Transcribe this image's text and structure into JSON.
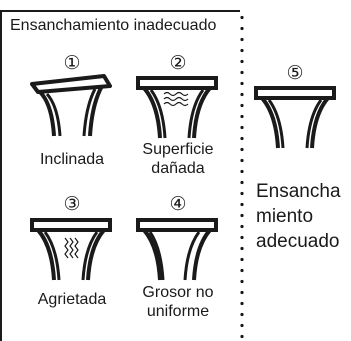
{
  "diagram": {
    "title": "Ensanchamiento inadecuado",
    "items": [
      {
        "number": "①",
        "label": "Inclinada"
      },
      {
        "number": "②",
        "label_line1": "Superficie",
        "label_line2": "dañada"
      },
      {
        "number": "③",
        "label": "Agrietada"
      },
      {
        "number": "④",
        "label_line1": "Grosor no",
        "label_line2": "uniforme"
      },
      {
        "number": "⑤",
        "label_line1": "Ensancha",
        "label_line2": "miento",
        "label_line3": "adecuado"
      }
    ]
  }
}
